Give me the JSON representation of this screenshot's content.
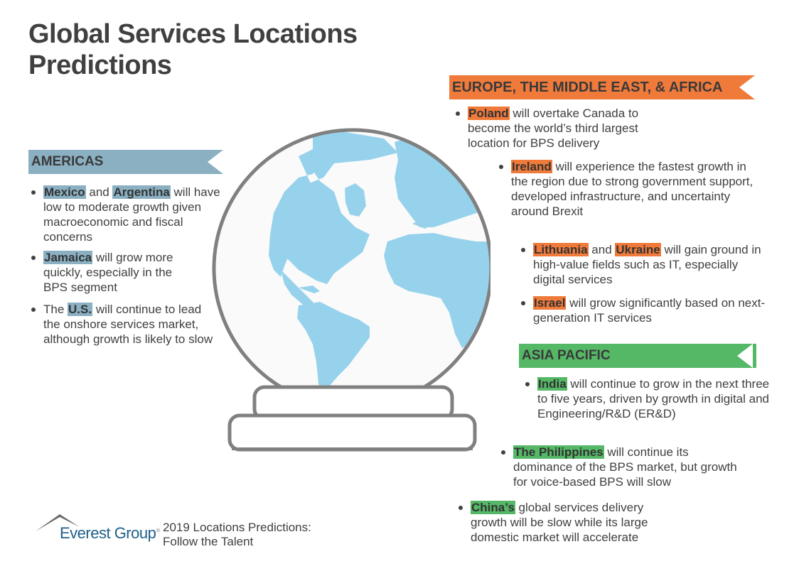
{
  "title": {
    "line1": "Global Services Locations",
    "line2": "Predictions"
  },
  "colors": {
    "americas": "#8ab0c2",
    "emea": "#f07a3a",
    "apac": "#54b866",
    "globe_land": "#97d2ec",
    "globe_outline": "#808080",
    "text": "#404040"
  },
  "americas": {
    "heading": "AMERICAS",
    "items": [
      {
        "parts": [
          {
            "t": "Mexico",
            "hl": true
          },
          {
            "t": " and "
          },
          {
            "t": "Argentina",
            "hl": true
          },
          {
            "t": " will have low to moderate growth given macroeconomic and fiscal concerns"
          }
        ]
      },
      {
        "parts": [
          {
            "t": "Jamaica",
            "hl": true
          },
          {
            "t": " will grow more quickly, especially in the BPS segment"
          }
        ]
      },
      {
        "parts": [
          {
            "t": "The "
          },
          {
            "t": "U.S.",
            "hl": true
          },
          {
            "t": " will continue to lead the onshore services market, although growth is likely to slow"
          }
        ]
      }
    ]
  },
  "emea": {
    "heading": "EUROPE, THE MIDDLE EAST, & AFRICA",
    "items": [
      {
        "parts": [
          {
            "t": "Poland",
            "hl": true
          },
          {
            "t": " will overtake Canada to become the world’s third largest location for BPS delivery"
          }
        ]
      },
      {
        "parts": [
          {
            "t": "Ireland",
            "hl": true
          },
          {
            "t": " will experience the fastest growth in the region due to strong government support, developed infrastructure, and uncertainty around Brexit"
          }
        ]
      },
      {
        "parts": [
          {
            "t": "Lithuania",
            "hl": true
          },
          {
            "t": " and "
          },
          {
            "t": "Ukraine",
            "hl": true
          },
          {
            "t": " will gain ground in high-value fields such as IT, especially digital services"
          }
        ]
      },
      {
        "parts": [
          {
            "t": "Israel",
            "hl": true
          },
          {
            "t": " will grow significantly based on next-generation IT services"
          }
        ]
      }
    ]
  },
  "apac": {
    "heading": "ASIA PACIFIC",
    "items": [
      {
        "parts": [
          {
            "t": "India",
            "hl": true
          },
          {
            "t": " will continue to grow in the next three to five years, driven by growth in digital and Engineering/R&D (ER&D)"
          }
        ]
      },
      {
        "parts": [
          {
            "t": "The Philippines",
            "hl": true
          },
          {
            "t": " will continue its dominance of the BPS market, but growth for voice-based BPS will slow"
          }
        ]
      },
      {
        "parts": [
          {
            "t": "China’s",
            "hl": true
          },
          {
            "t": " global services delivery growth will be slow while its large domestic market will accelerate"
          }
        ]
      }
    ]
  },
  "footer": {
    "brand": "Everest Group",
    "registered": "®",
    "caption_line1": "2019 Locations Predictions:",
    "caption_line2": "Follow the Talent"
  }
}
